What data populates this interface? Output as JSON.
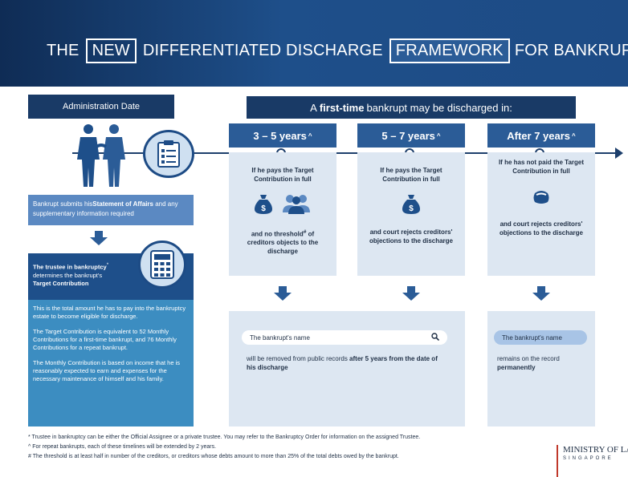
{
  "header": {
    "title_the": "THE",
    "title_new": "NEW",
    "title_middle": "DIFFERENTIATED DISCHARGE",
    "title_framework": "FRAMEWORK",
    "title_end": "FOR BANKRUPTS"
  },
  "left": {
    "admin_date": "Administration Date",
    "soa_pre": "Bankrupt submits his",
    "soa_bold": "Statement of Affairs",
    "soa_post": " and any supplementary information required",
    "trustee_bold": "The trustee in bankruptcy",
    "trustee_mark": "*",
    "trustee_mid": " determines the bankrupt's ",
    "trustee_bold2": "Target Contribution",
    "tc_p1": "This is the total amount he has to pay into the bankruptcy estate to become eligible for discharge.",
    "tc_p2": "The Target Contribution is equivalent to 52 Monthly Contributions for a first-time bankrupt, and 76 Monthly Contributions for a repeat bankrupt.",
    "tc_p3": "The Monthly Contribution is based on income that he is reasonably expected to earn and expenses for the necessary maintenance of himself and his family."
  },
  "first_time": {
    "pre": "A",
    "bold": "first-time",
    "post": "bankrupt may be discharged in:"
  },
  "columns": [
    {
      "heading": "3 – 5 years",
      "mark": "^",
      "top_text": "If he pays the Target Contribution in full",
      "bottom_text": "and no threshold",
      "bottom_mark": "#",
      "bottom_text2": " of creditors objects to the discharge"
    },
    {
      "heading": "5 – 7 years",
      "mark": "^",
      "top_text": "If he pays the Target Contribution in full",
      "bottom_text": "and court rejects creditors' objections to the discharge"
    },
    {
      "heading": "After 7 years",
      "mark": "^",
      "top_text": "If he has not paid the Target Contribution in full",
      "bottom_text": "and court rejects creditors' objections to the discharge"
    }
  ],
  "results": {
    "search_placeholder": "The bankrupt's name",
    "removed_pre": "will be removed from public records ",
    "removed_bold": "after 5 years from the date of his discharge",
    "name_pill": "The bankrupt's name",
    "remains_pre": "remains on the record ",
    "remains_bold": "permanently"
  },
  "footnotes": [
    "* Trustee in bankruptcy can be either the Official Assignee or a private trustee. You may refer to the Bankruptcy Order for information on the assigned Trustee.",
    "^ For repeat bankrupts, each of these timelines will be extended by 2 years.",
    "# The threshold is at least half in number of the creditors, or creditors whose debts amount to more than 25% of the total debts owed by the bankrupt."
  ],
  "logo": {
    "main": "MINISTRY OF LAW",
    "sub": "SINGAPORE"
  },
  "icons": {
    "handshake": "people-handshake-icon",
    "clipboard": "clipboard-checklist-icon",
    "calculator": "calculator-icon",
    "money_bag": "money-bag-icon",
    "people": "creditors-group-icon",
    "search": "search-icon"
  },
  "colors": {
    "navy": "#193a66",
    "blue": "#2b5c97",
    "light_panel": "#dde7f2",
    "teal": "#3c8dc1"
  }
}
